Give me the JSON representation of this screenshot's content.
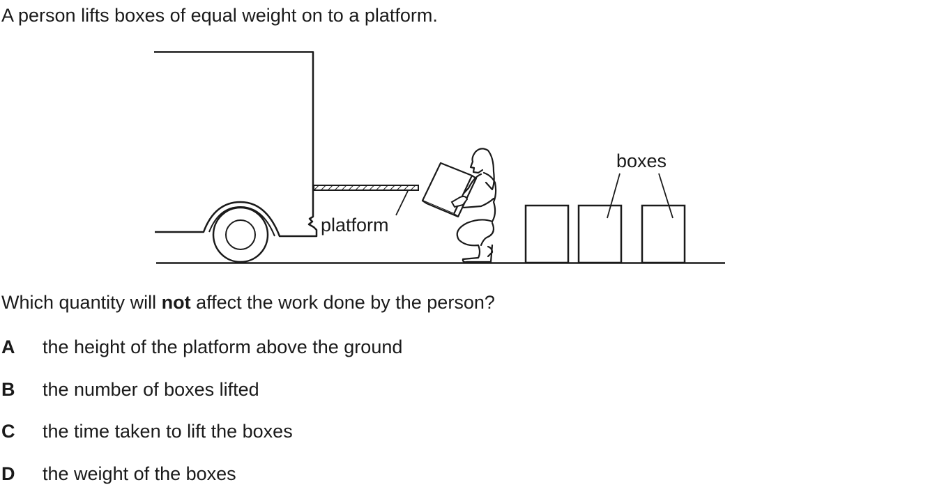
{
  "intro_text": "A person lifts boxes of equal weight on to a platform.",
  "diagram": {
    "platform_label": "platform",
    "boxes_label": "boxes"
  },
  "question": {
    "before": "Which quantity will ",
    "emphasis": "not",
    "after": " affect the work done by the person?"
  },
  "options": [
    {
      "letter": "A",
      "text": "the height of the platform above the ground"
    },
    {
      "letter": "B",
      "text": "the number of boxes lifted"
    },
    {
      "letter": "C",
      "text": "the time taken to lift the boxes"
    },
    {
      "letter": "D",
      "text": "the weight of the boxes"
    }
  ]
}
